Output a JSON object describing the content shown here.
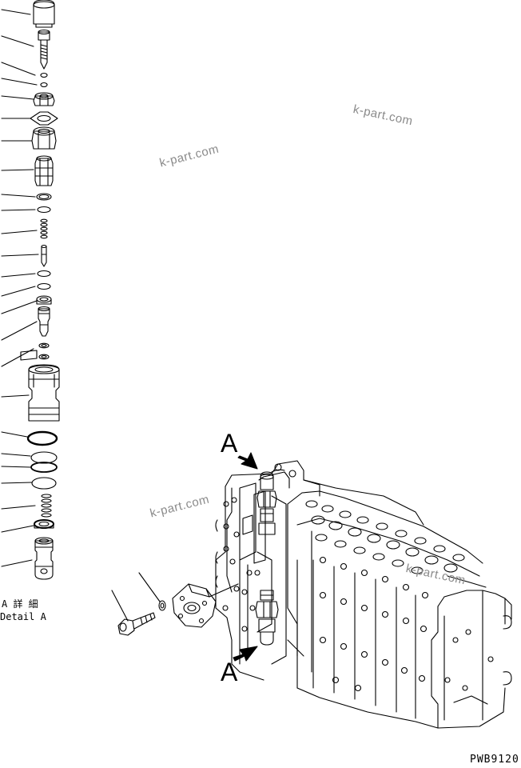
{
  "detail_caption_jp": "A 詳 細",
  "detail_caption_en": "Detail A",
  "view_marker_top": "A",
  "view_marker_bottom": "A",
  "drawing_number": "PWB9120",
  "watermarks": [
    "k-part.com",
    "k-part.com",
    "k-part.com",
    "k-part.com"
  ],
  "colors": {
    "line": "#000000",
    "watermark": "#8a8a8a",
    "background": "#ffffff"
  }
}
